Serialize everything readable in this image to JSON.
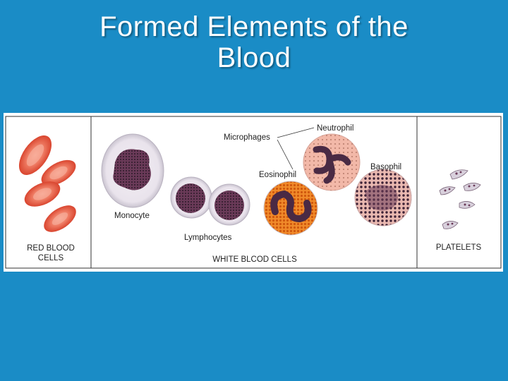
{
  "slide": {
    "title_line1": "Formed Elements of the",
    "title_line2": "Blood"
  },
  "figure": {
    "labels": {
      "microphages": "Microphages",
      "neutrophil": "Neutrophil",
      "eosinophil": "Eosinophil",
      "basophil": "Basophil",
      "monocyte": "Monocyte",
      "lymphocytes": "Lymphocytes",
      "red_blood_cells_line1": "RED BLOOD",
      "red_blood_cells_line2": "CELLS",
      "white_blood_cells": "WHITE BLCOD CELLS",
      "platelets": "PLATELETS"
    }
  },
  "colors": {
    "background": "#1a8cc6",
    "red_cell": "#e8604a",
    "eosinophil_granules": "#e8731e",
    "neutrophil": "#f2b8a8",
    "nucleus": "#4a2a44"
  }
}
